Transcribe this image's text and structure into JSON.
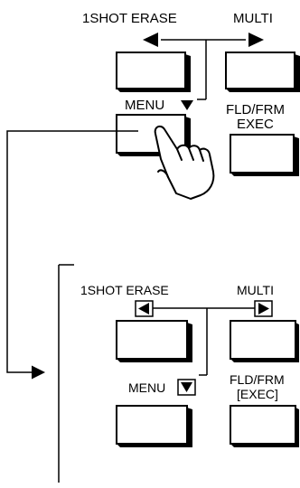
{
  "top_panel": {
    "label_1shot_erase": "1SHOT ERASE",
    "label_multi": "MULTI",
    "label_menu": "MENU",
    "label_fld_frm_line1": "FLD/FRM",
    "label_fld_frm_line2": "EXEC"
  },
  "bottom_panel": {
    "label_1shot_erase": "1SHOT ERASE",
    "label_multi": "MULTI",
    "label_menu": "MENU",
    "label_fld_frm_line1": "FLD/FRM",
    "label_fld_frm_line2": "[EXEC]"
  }
}
